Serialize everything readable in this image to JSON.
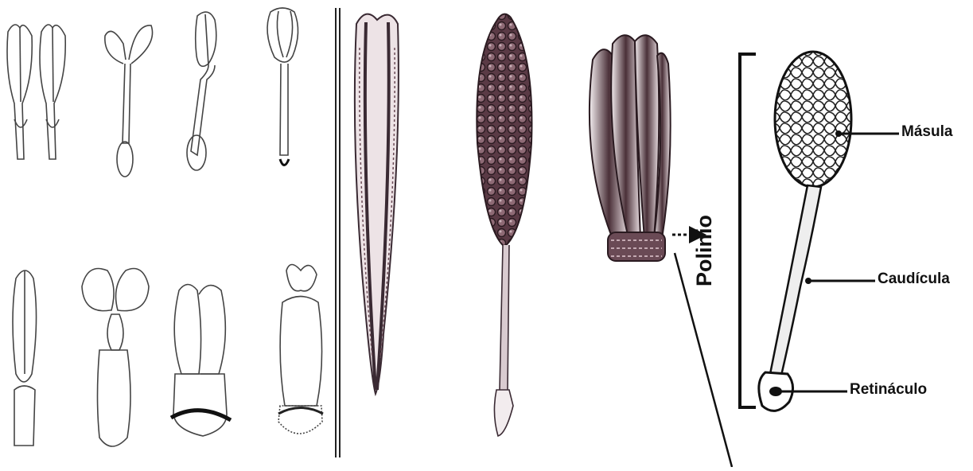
{
  "labels": {
    "polinio": "Polinio",
    "masula": "Másula",
    "caudicula": "Caudícula",
    "retinaculo": "Retináculo"
  },
  "colors": {
    "ink": "#1a1a1a",
    "drawing": "#3a2a33",
    "sketch": "#444444",
    "divider": "#222222"
  },
  "panels": [
    {
      "id": "anther-forms",
      "count": 8
    },
    {
      "id": "pollinia-types",
      "count": 3
    },
    {
      "id": "pollinium-detail",
      "count": 1
    }
  ]
}
